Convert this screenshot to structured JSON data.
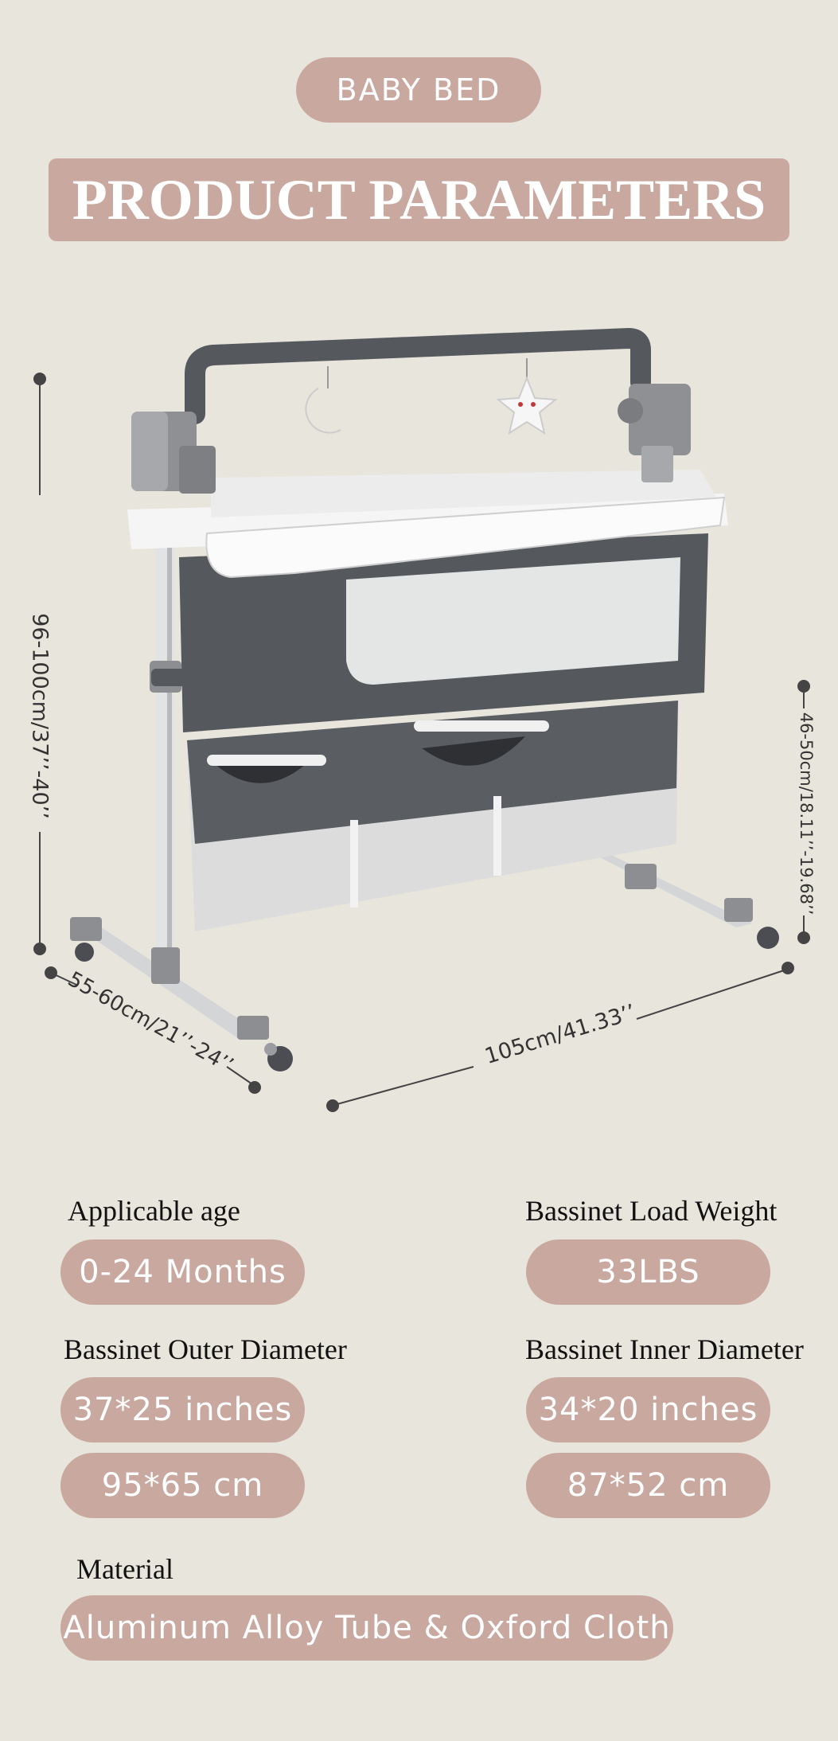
{
  "header": {
    "category_label": "BABY BED",
    "title": "PRODUCT PARAMETERS"
  },
  "dimensions": {
    "height": "96-100cm/37’’-40’’",
    "bassinet_height": "46-50cm/18.11’’-19.68’’",
    "width": "55-60cm/21’’-24’’",
    "length": "105cm/41.33’’"
  },
  "specs": {
    "age": {
      "label": "Applicable age",
      "value": "0-24 Months"
    },
    "load": {
      "label": "Bassinet Load Weight",
      "value": "33LBS"
    },
    "outer": {
      "label": "Bassinet Outer Diameter",
      "inches": "37*25 inches",
      "cm": "95*65 cm"
    },
    "inner": {
      "label": "Bassinet Inner Diameter",
      "inches": "34*20 inches",
      "cm": "87*52 cm"
    },
    "material": {
      "label": "Material",
      "value": "Aluminum Alloy Tube & Oxford Cloth"
    }
  },
  "colors": {
    "background": "#e8e5dc",
    "pill": "#c9a8a0",
    "fabric": "#55585d",
    "frame": "#c9cacc"
  }
}
